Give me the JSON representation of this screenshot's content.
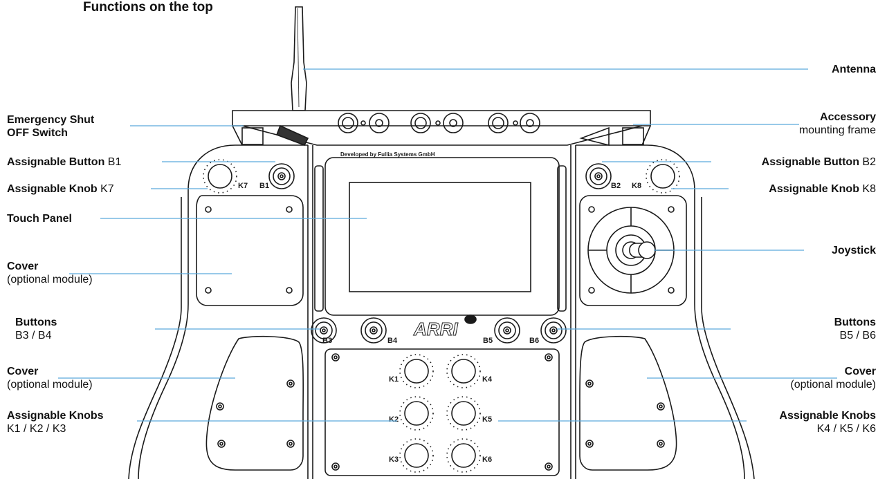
{
  "title": "Functions on the top",
  "device": {
    "developer_text": "Developed by  Fullia Systems GmbH",
    "brand": "ARRI",
    "button_marks": [
      "B1",
      "B2",
      "B3",
      "B4",
      "B5",
      "B6"
    ],
    "knob_marks": [
      "K1",
      "K2",
      "K3",
      "K4",
      "K5",
      "K6",
      "K7",
      "K8"
    ]
  },
  "labels": {
    "antenna": "Antenna",
    "emergency_line1": "Emergency Shut",
    "emergency_line2": "OFF Switch",
    "accessory_line1": "Accessory",
    "accessory_line2": "mounting frame",
    "btn_b1_bold": "Assignable Button",
    "btn_b1_id": " B1",
    "btn_b2_bold": "Assignable Button",
    "btn_b2_id": " B2",
    "knob_k7_bold": "Assignable Knob",
    "knob_k7_id": " K7",
    "knob_k8_bold": "Assignable Knob",
    "knob_k8_id": " K8",
    "touch_panel": "Touch Panel",
    "joystick": "Joystick",
    "cover_left_bold": "Cover",
    "cover_left_sub": "(optional module)",
    "buttons_left_bold": "Buttons",
    "buttons_left_sub": "B3 / B4",
    "buttons_right_bold": "Buttons",
    "buttons_right_sub": "B5 / B6",
    "cover_bl_bold": "Cover",
    "cover_bl_sub": "(optional module)",
    "cover_br_bold": "Cover",
    "cover_br_sub": "(optional module)",
    "knobs_left_bold": "Assignable Knobs",
    "knobs_left_sub": "K1 / K2 / K3",
    "knobs_right_bold": "Assignable Knobs",
    "knobs_right_sub": "K4 / K5 / K6"
  },
  "colors": {
    "leader_line": "#5aa9dc",
    "outline": "#1a1a1a"
  }
}
